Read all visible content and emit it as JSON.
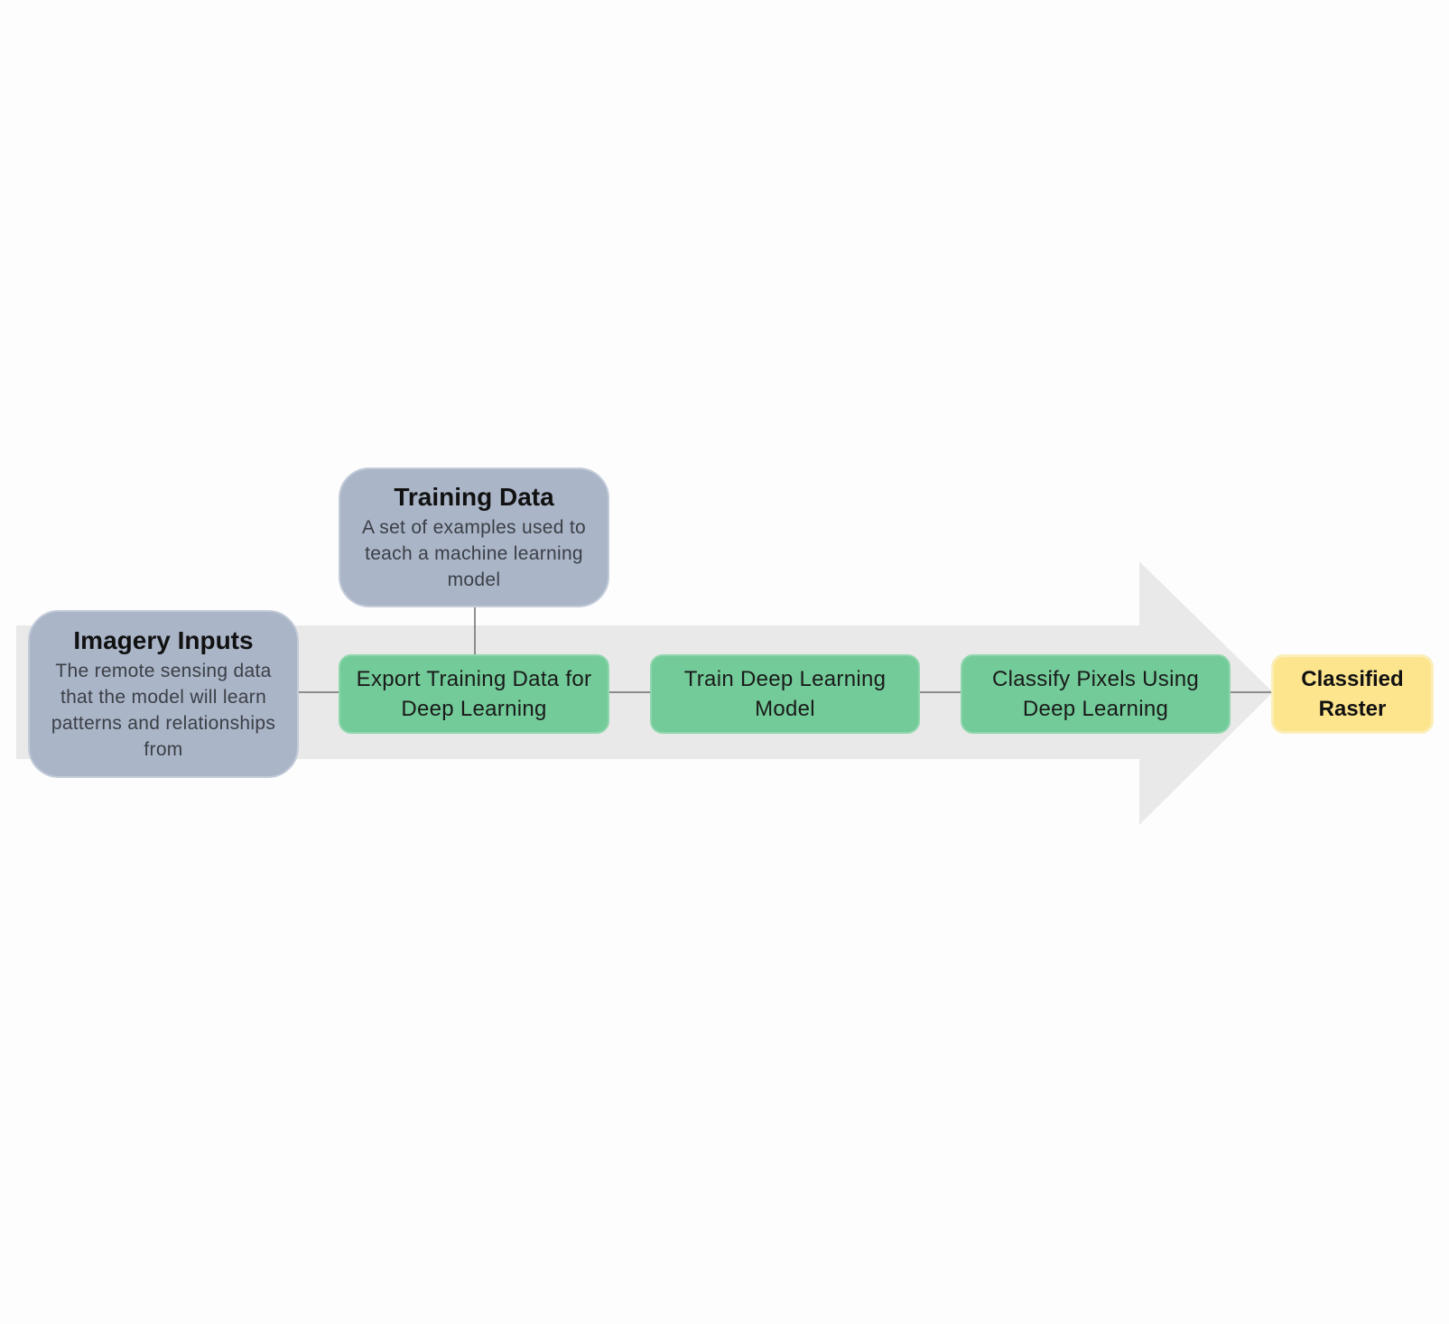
{
  "diagram": {
    "training_data": {
      "title": "Training Data",
      "description": "A set of examples used to teach a machine learning model"
    },
    "imagery_inputs": {
      "title": "Imagery Inputs",
      "description": "The remote sensing data that the model will learn patterns and relationships from"
    },
    "steps": [
      {
        "label": "Export Training Data for Deep Learning"
      },
      {
        "label": "Train Deep Learning Model"
      },
      {
        "label": "Classify Pixels Using Deep Learning"
      }
    ],
    "output": {
      "label": "Classified Raster"
    }
  },
  "colors": {
    "arrow": "#e9e9e9",
    "input_node": "#aab5c8",
    "step_node": "#72cb98",
    "output_node": "#fde58e",
    "connector": "#6d6d6d"
  },
  "icons": {
    "background_arrow": "flow-arrow"
  }
}
